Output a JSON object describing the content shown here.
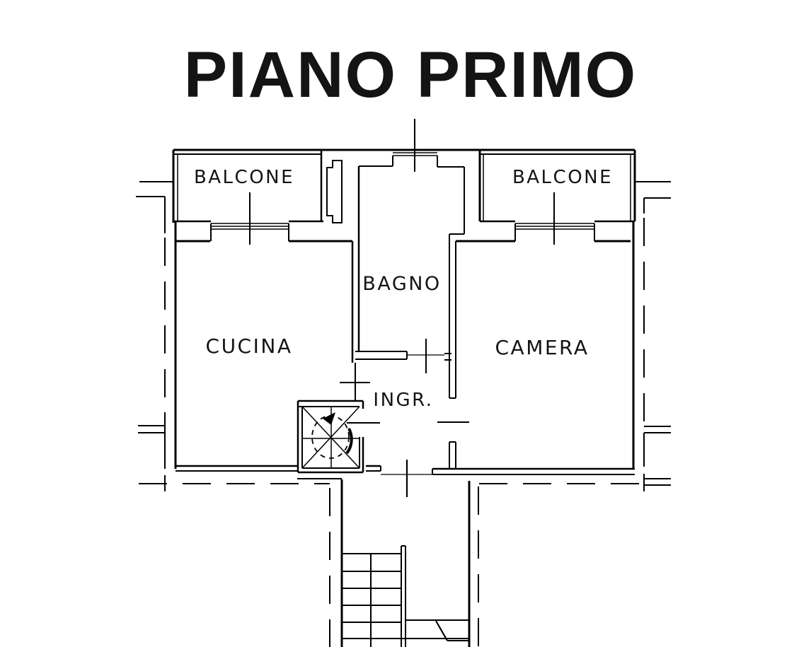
{
  "title": "PIANO PRIMO",
  "floor_plan": {
    "rooms": [
      {
        "id": "balcone-left",
        "label": "BALCONE"
      },
      {
        "id": "balcone-right",
        "label": "BALCONE"
      },
      {
        "id": "bagno",
        "label": "BAGNO"
      },
      {
        "id": "cucina",
        "label": "CUCINA"
      },
      {
        "id": "camera",
        "label": "CAMERA"
      },
      {
        "id": "ingresso",
        "label": "INGR."
      }
    ],
    "features": [
      "spiral-staircase",
      "main-staircase",
      "entrance-door",
      "balcony-windows",
      "dashed-building-boundary"
    ],
    "colors": {
      "line": "#000000",
      "background": "#ffffff",
      "text": "#141414"
    }
  }
}
